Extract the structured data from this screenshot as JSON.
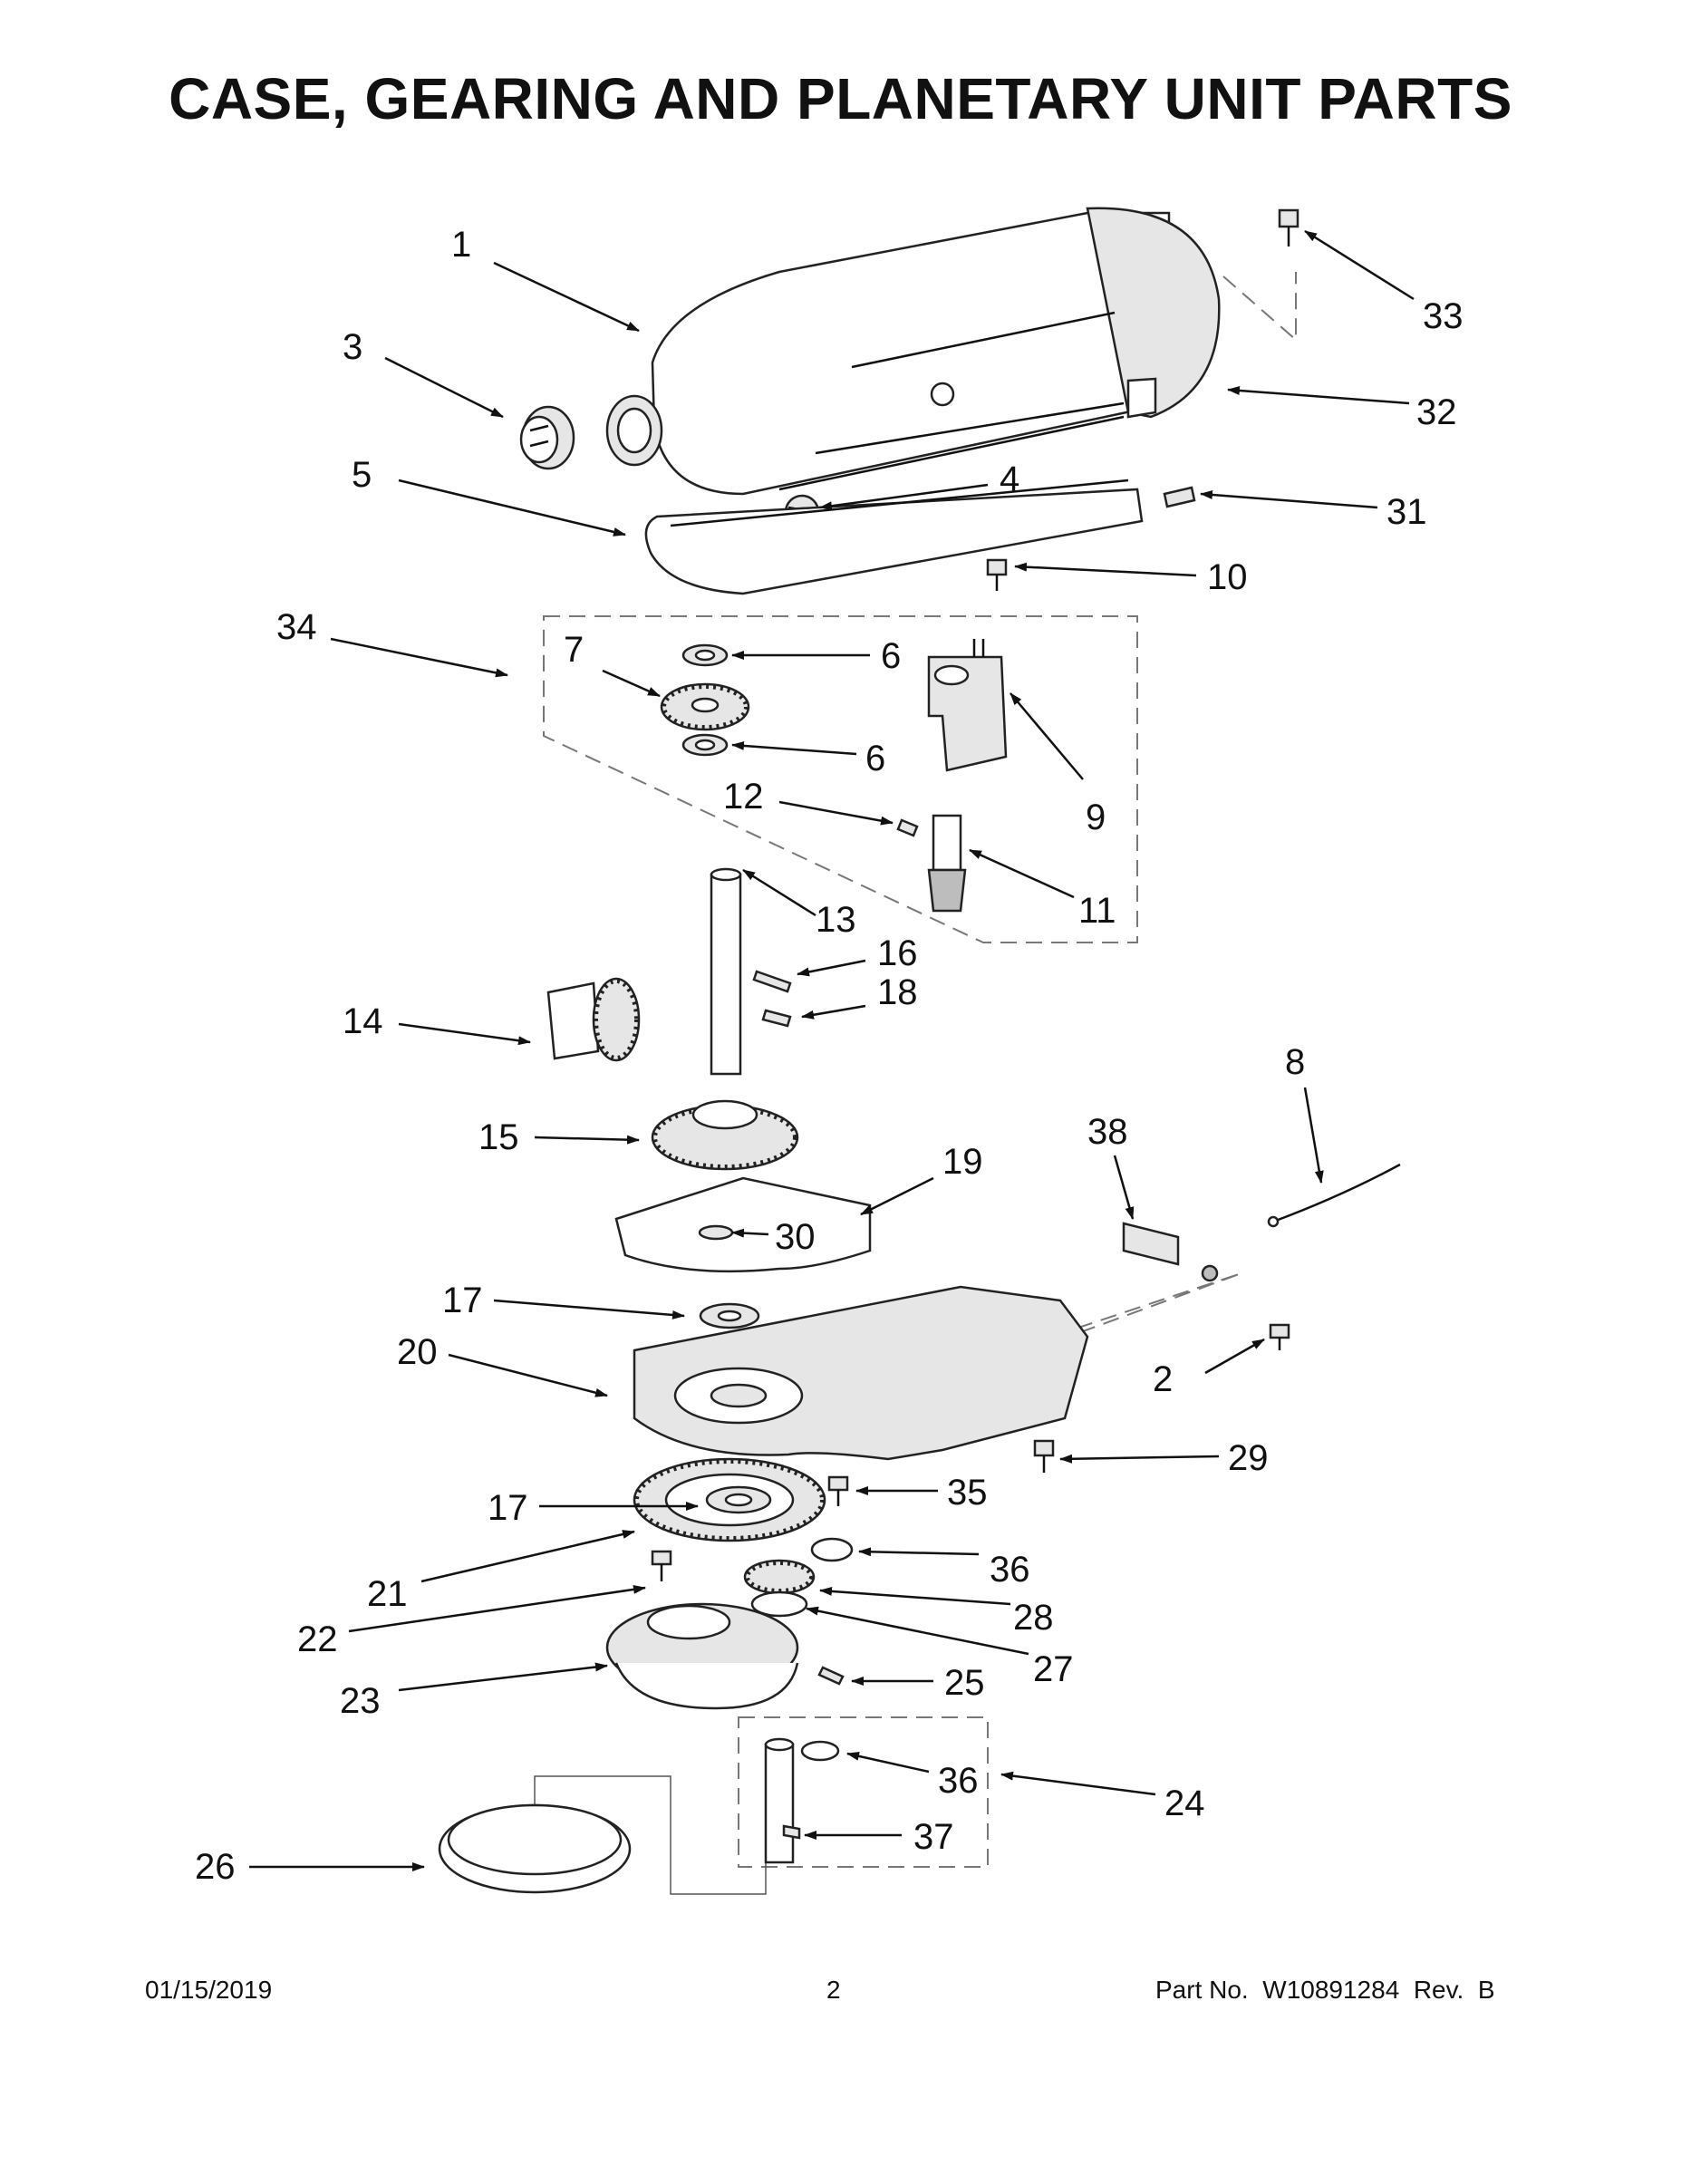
{
  "title": "CASE, GEARING AND PLANETARY UNIT PARTS",
  "callouts": [
    {
      "id": "c1",
      "text": "1"
    },
    {
      "id": "c2",
      "text": "2"
    },
    {
      "id": "c3",
      "text": "3"
    },
    {
      "id": "c4",
      "text": "4"
    },
    {
      "id": "c5",
      "text": "5"
    },
    {
      "id": "c6a",
      "text": "6"
    },
    {
      "id": "c6b",
      "text": "6"
    },
    {
      "id": "c7",
      "text": "7"
    },
    {
      "id": "c8",
      "text": "8"
    },
    {
      "id": "c9",
      "text": "9"
    },
    {
      "id": "c10",
      "text": "10"
    },
    {
      "id": "c11",
      "text": "11"
    },
    {
      "id": "c12",
      "text": "12"
    },
    {
      "id": "c13",
      "text": "13"
    },
    {
      "id": "c14",
      "text": "14"
    },
    {
      "id": "c15",
      "text": "15"
    },
    {
      "id": "c16",
      "text": "16"
    },
    {
      "id": "c17a",
      "text": "17"
    },
    {
      "id": "c17b",
      "text": "17"
    },
    {
      "id": "c18",
      "text": "18"
    },
    {
      "id": "c19",
      "text": "19"
    },
    {
      "id": "c20",
      "text": "20"
    },
    {
      "id": "c21",
      "text": "21"
    },
    {
      "id": "c22",
      "text": "22"
    },
    {
      "id": "c23",
      "text": "23"
    },
    {
      "id": "c24",
      "text": "24"
    },
    {
      "id": "c25",
      "text": "25"
    },
    {
      "id": "c26",
      "text": "26"
    },
    {
      "id": "c27",
      "text": "27"
    },
    {
      "id": "c28",
      "text": "28"
    },
    {
      "id": "c29",
      "text": "29"
    },
    {
      "id": "c30",
      "text": "30"
    },
    {
      "id": "c31",
      "text": "31"
    },
    {
      "id": "c32",
      "text": "32"
    },
    {
      "id": "c33",
      "text": "33"
    },
    {
      "id": "c34",
      "text": "34"
    },
    {
      "id": "c35",
      "text": "35"
    },
    {
      "id": "c36a",
      "text": "36"
    },
    {
      "id": "c36b",
      "text": "36"
    },
    {
      "id": "c37",
      "text": "37"
    },
    {
      "id": "c38",
      "text": "38"
    }
  ],
  "footer": {
    "date": "01/15/2019",
    "page": "2",
    "part_number": "Part No.  W10891284  Rev.  B"
  }
}
